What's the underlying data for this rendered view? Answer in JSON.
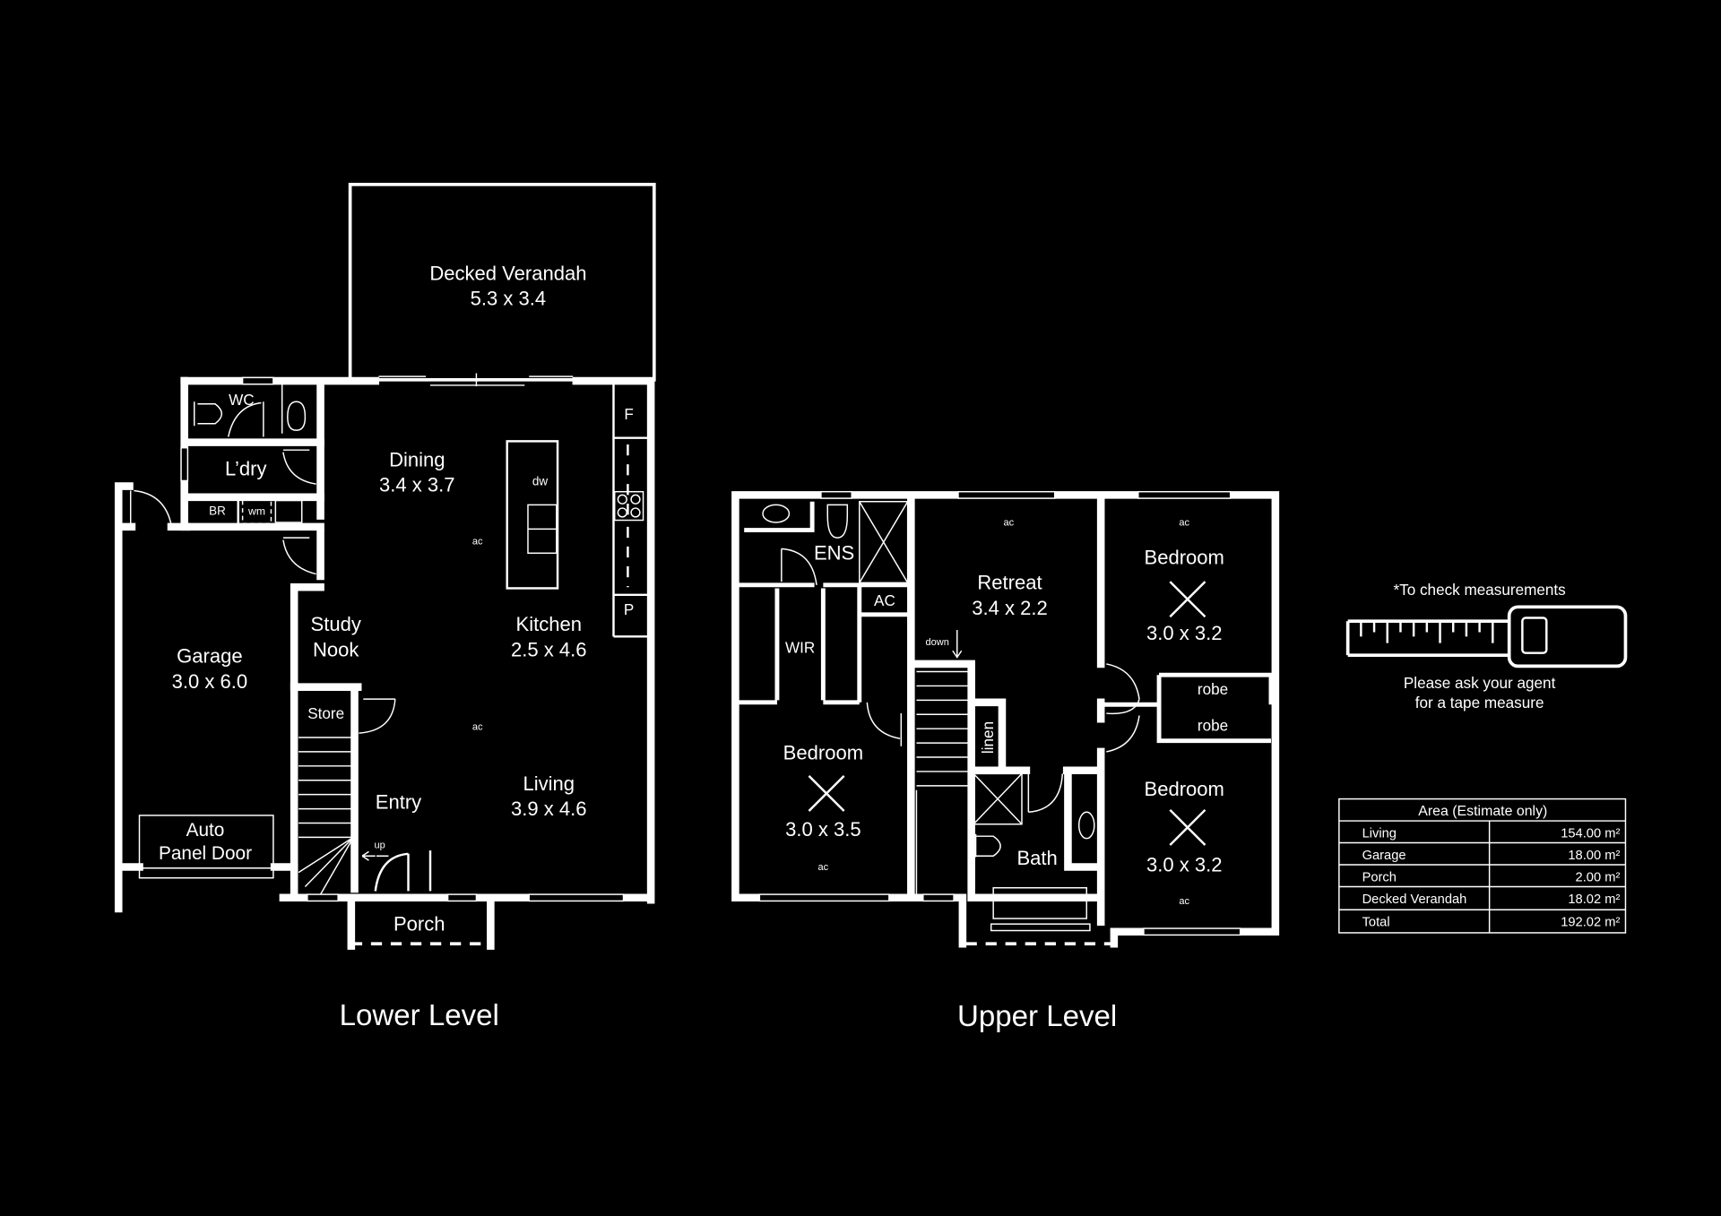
{
  "lower_level": {
    "title": "Lower Level",
    "rooms": {
      "verandah": {
        "name": "Decked Verandah",
        "size": "5.3 x 3.4"
      },
      "wc": {
        "name": "WC"
      },
      "laundry": {
        "name": "L’dry"
      },
      "br": {
        "name": "BR"
      },
      "wm": {
        "name": "wm"
      },
      "dining": {
        "name": "Dining",
        "size": "3.4 x 3.7"
      },
      "kitchen": {
        "name": "Kitchen",
        "size": "2.5 x 4.6"
      },
      "living": {
        "name": "Living",
        "size": "3.9 x 4.6"
      },
      "study": {
        "name_line1": "Study",
        "name_line2": "Nook"
      },
      "garage": {
        "name": "Garage",
        "size": "3.0 x 6.0"
      },
      "store": {
        "name": "Store"
      },
      "entry": {
        "name": "Entry"
      },
      "porch": {
        "name": "Porch"
      },
      "panel_door": {
        "line1": "Auto",
        "line2": "Panel Door"
      },
      "fridge": "F",
      "pantry": "P",
      "dw": "dw",
      "ac": "ac",
      "stairs": "up"
    }
  },
  "upper_level": {
    "title": "Upper Level",
    "rooms": {
      "ens": {
        "name": "ENS"
      },
      "ac_cupboard": {
        "name": "AC"
      },
      "wir": {
        "name": "WIR"
      },
      "retreat": {
        "name": "Retreat",
        "size": "3.4 x 2.2"
      },
      "bed1": {
        "name": "Bedroom",
        "size": "3.0 x 3.2"
      },
      "bed2": {
        "name": "Bedroom",
        "size": "3.0 x 3.5"
      },
      "bed3": {
        "name": "Bedroom",
        "size": "3.0 x 3.2"
      },
      "robe1": "robe",
      "robe2": "robe",
      "linen": "linen",
      "bath": {
        "name": "Bath"
      },
      "stairs": "down",
      "ac": "ac"
    }
  },
  "tape_note": {
    "top": "*To check measurements",
    "bottom_line1": "Please ask your agent",
    "bottom_line2": "for a tape measure"
  },
  "area_table": {
    "title": "Area (Estimate only)",
    "rows": [
      {
        "label": "Living",
        "value": "154.00 m²"
      },
      {
        "label": "Garage",
        "value": "18.00 m²"
      },
      {
        "label": "Porch",
        "value": "2.00 m²"
      },
      {
        "label": "Decked Verandah",
        "value": "18.02 m²"
      },
      {
        "label": "Total",
        "value": "192.02 m²"
      }
    ]
  }
}
